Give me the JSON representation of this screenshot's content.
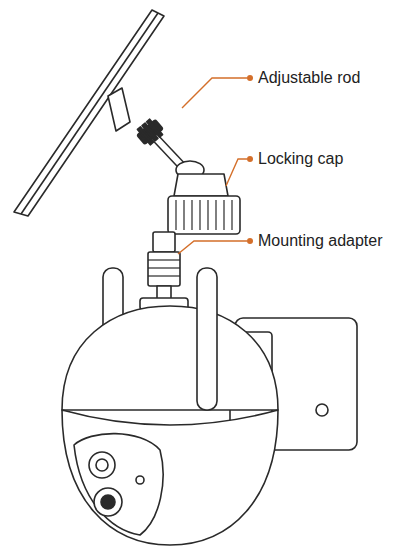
{
  "diagram": {
    "labels": [
      "Adjustable rod",
      "Locking cap",
      "Mounting adapter"
    ]
  }
}
